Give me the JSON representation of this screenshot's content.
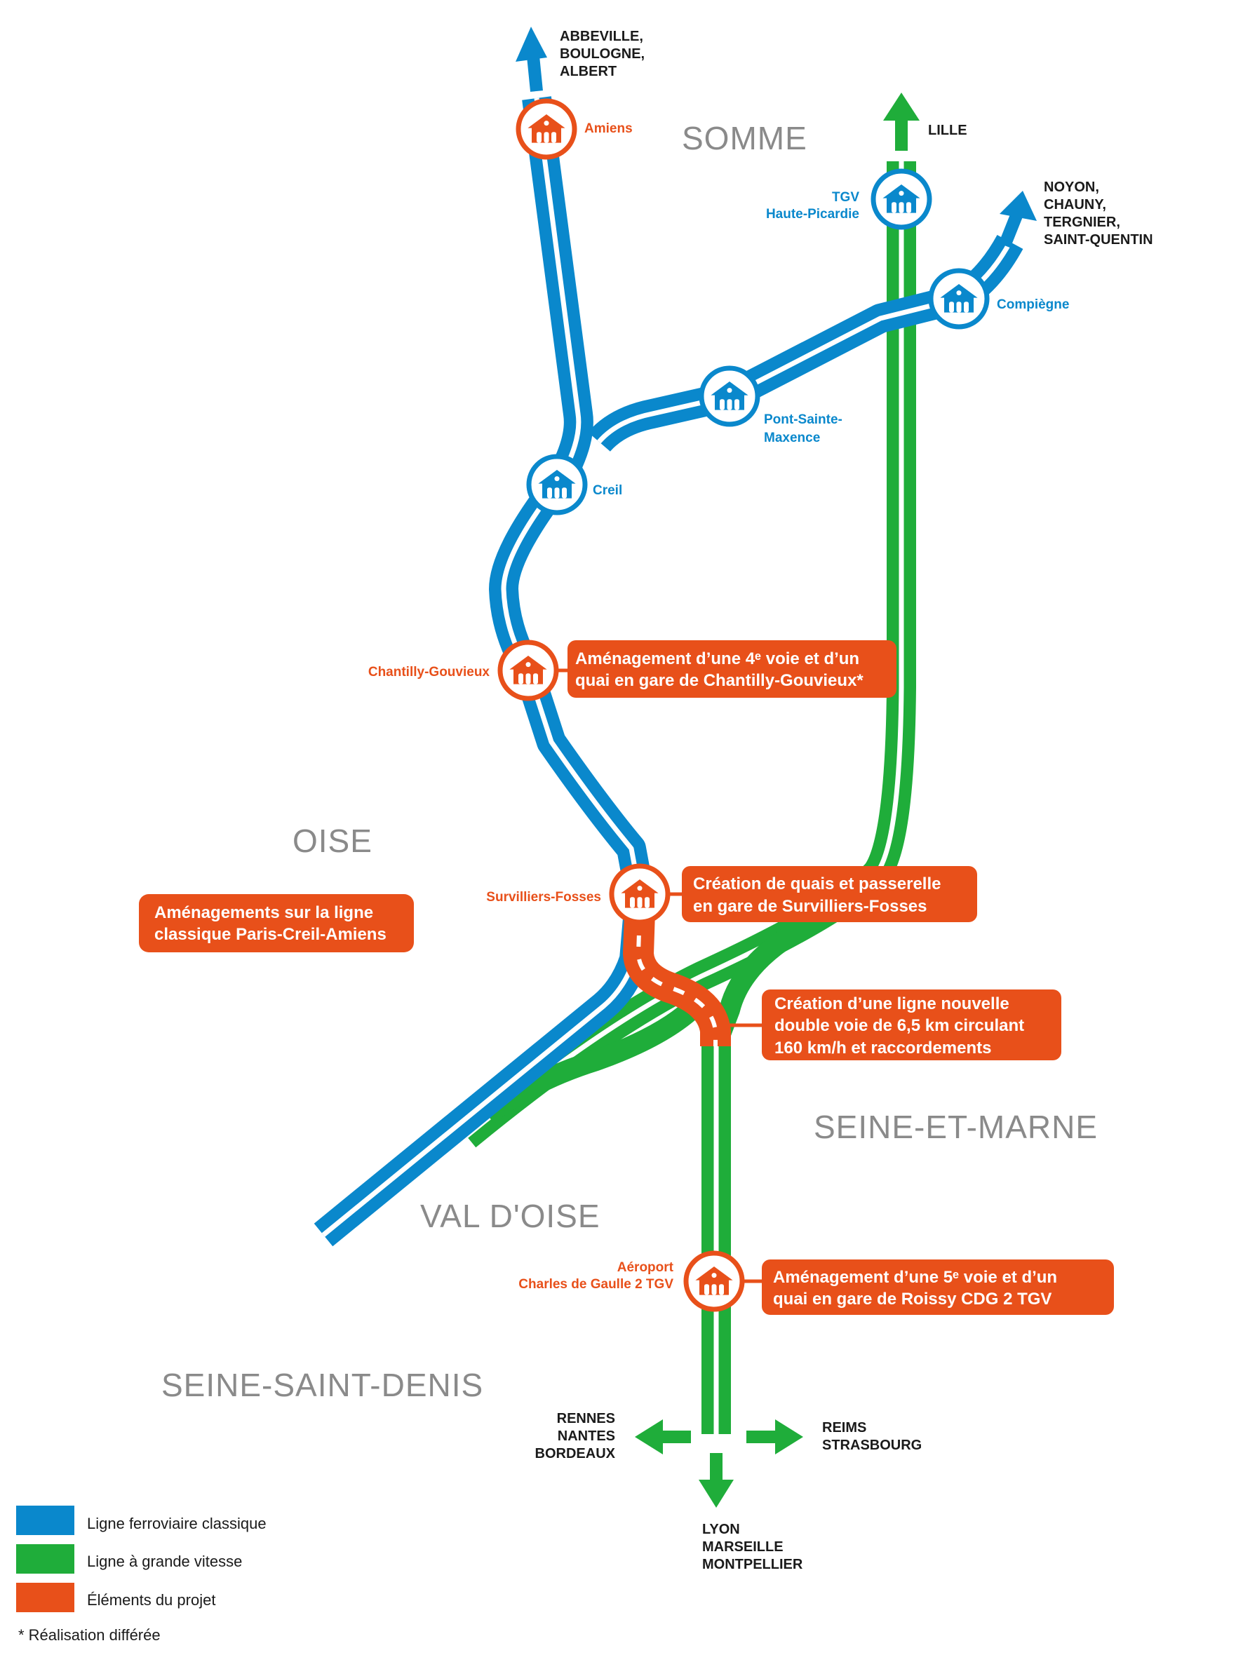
{
  "colors": {
    "classic_line": "#0a88cc",
    "high_speed_line": "#1fad3a",
    "project": "#e8501a",
    "region_label": "#8a8a8a"
  },
  "destinations": {
    "north_west": [
      "ABBEVILLE,",
      "BOULOGNE,",
      "ALBERT"
    ],
    "north": [
      "LILLE"
    ],
    "north_east": [
      "NOYON,",
      "CHAUNY,",
      "TERGNIER,",
      "SAINT-QUENTIN"
    ],
    "west": [
      "RENNES",
      "NANTES",
      "BORDEAUX"
    ],
    "east": [
      "REIMS",
      "STRASBOURG"
    ],
    "south": [
      "LYON",
      "MARSEILLE",
      "MONTPELLIER"
    ]
  },
  "regions": [
    "SOMME",
    "OISE",
    "SEINE-ET-MARNE",
    "VAL D'OISE",
    "SEINE-SAINT-DENIS"
  ],
  "stations": {
    "amiens": {
      "label": [
        "Amiens"
      ],
      "type": "project",
      "icon": "station-icon"
    },
    "tgv_haute_picardie": {
      "label": [
        "TGV",
        "Haute-Picardie"
      ],
      "type": "classic",
      "icon": "station-icon"
    },
    "compiegne": {
      "label": [
        "Compiègne"
      ],
      "type": "classic",
      "icon": "station-icon"
    },
    "pont_sainte_maxence": {
      "label": [
        "Pont-Sainte-",
        "Maxence"
      ],
      "type": "classic",
      "icon": "station-icon"
    },
    "creil": {
      "label": [
        "Creil"
      ],
      "type": "classic",
      "icon": "station-icon"
    },
    "chantilly": {
      "label": [
        "Chantilly-Gouvieux"
      ],
      "type": "project",
      "icon": "station-icon"
    },
    "survilliers": {
      "label": [
        "Survilliers-Fosses"
      ],
      "type": "project",
      "icon": "station-icon"
    },
    "cdg": {
      "label": [
        "Aéroport",
        "Charles de Gaulle 2 TGV"
      ],
      "type": "project",
      "icon": "station-icon"
    }
  },
  "callouts": [
    [
      "Aménagement d’une 4ᵉ voie et d’un",
      "quai en gare de Chantilly-Gouvieux*"
    ],
    [
      "Aménagements sur la ligne",
      "classique Paris-Creil-Amiens"
    ],
    [
      "Création de quais et passerelle",
      "en gare de Survilliers-Fosses"
    ],
    [
      "Création d’une ligne nouvelle",
      "double voie de 6,5 km circulant",
      "160 km/h et raccordements"
    ],
    [
      "Aménagement d’une 5ᵉ voie et d’un",
      "quai en gare de Roissy CDG 2 TGV"
    ]
  ],
  "legend": {
    "items": [
      {
        "label": "Ligne ferroviaire classique",
        "color": "#0a88cc"
      },
      {
        "label": "Ligne à grande vitesse",
        "color": "#1fad3a"
      },
      {
        "label": "Éléments du projet",
        "color": "#e8501a"
      }
    ],
    "footnote": "* Réalisation différée"
  }
}
